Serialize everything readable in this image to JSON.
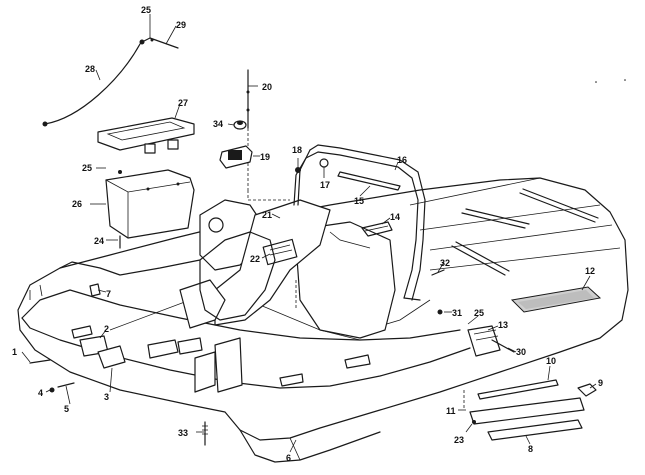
{
  "diagram": {
    "callouts": [
      {
        "id": "c1",
        "text": "1"
      },
      {
        "id": "c2",
        "text": "2"
      },
      {
        "id": "c3",
        "text": "3"
      },
      {
        "id": "c4",
        "text": "4"
      },
      {
        "id": "c5",
        "text": "5"
      },
      {
        "id": "c6",
        "text": "6"
      },
      {
        "id": "c7",
        "text": "7"
      },
      {
        "id": "c8",
        "text": "8"
      },
      {
        "id": "c9",
        "text": "9"
      },
      {
        "id": "c10",
        "text": "10"
      },
      {
        "id": "c11",
        "text": "11"
      },
      {
        "id": "c12",
        "text": "12"
      },
      {
        "id": "c13",
        "text": "13"
      },
      {
        "id": "c14",
        "text": "14"
      },
      {
        "id": "c15",
        "text": "15"
      },
      {
        "id": "c16",
        "text": "16"
      },
      {
        "id": "c17",
        "text": "17"
      },
      {
        "id": "c18",
        "text": "18"
      },
      {
        "id": "c19",
        "text": "19"
      },
      {
        "id": "c20",
        "text": "20"
      },
      {
        "id": "c21",
        "text": "21"
      },
      {
        "id": "c22",
        "text": "22"
      },
      {
        "id": "c23",
        "text": "23"
      },
      {
        "id": "c24",
        "text": "24"
      },
      {
        "id": "c25a",
        "text": "25"
      },
      {
        "id": "c25b",
        "text": "25"
      },
      {
        "id": "c25c",
        "text": "25"
      },
      {
        "id": "c26",
        "text": "26"
      },
      {
        "id": "c27",
        "text": "27"
      },
      {
        "id": "c28",
        "text": "28"
      },
      {
        "id": "c29",
        "text": "29"
      },
      {
        "id": "c30",
        "text": "30"
      },
      {
        "id": "c31",
        "text": "31"
      },
      {
        "id": "c32",
        "text": "32"
      },
      {
        "id": "c33",
        "text": "33"
      },
      {
        "id": "c34",
        "text": "34"
      }
    ]
  }
}
